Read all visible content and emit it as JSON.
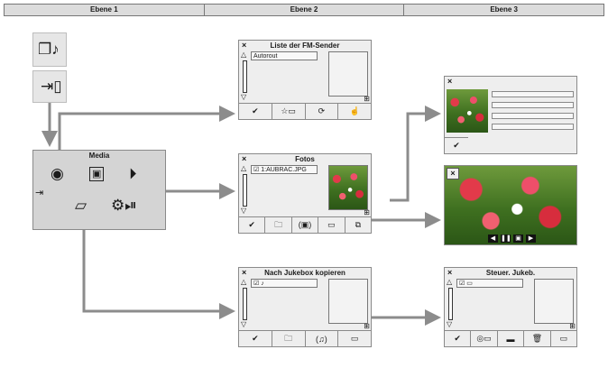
{
  "header": {
    "col1": "Ebene 1",
    "col2": "Ebene 2",
    "col3": "Ebene 3"
  },
  "panels": {
    "fm": {
      "title": "Liste der FM-Sender",
      "field": "Autorout"
    },
    "fotos": {
      "title": "Fotos",
      "field": "1:AUBRAC.JPG"
    },
    "jukebox": {
      "title": "Nach Jukebox kopieren"
    },
    "steuer": {
      "title": "Steuer. Jukeb."
    }
  },
  "media": {
    "title": "Media"
  },
  "icons": {
    "close": "×",
    "up": "△",
    "down": "▽",
    "check": "✔",
    "prev": "◀",
    "pause": "❚❚",
    "next": "▶"
  },
  "colors": {
    "arrow": "#8c8c8c",
    "panel": "#eeeeee",
    "media": "#d4d4d4"
  }
}
